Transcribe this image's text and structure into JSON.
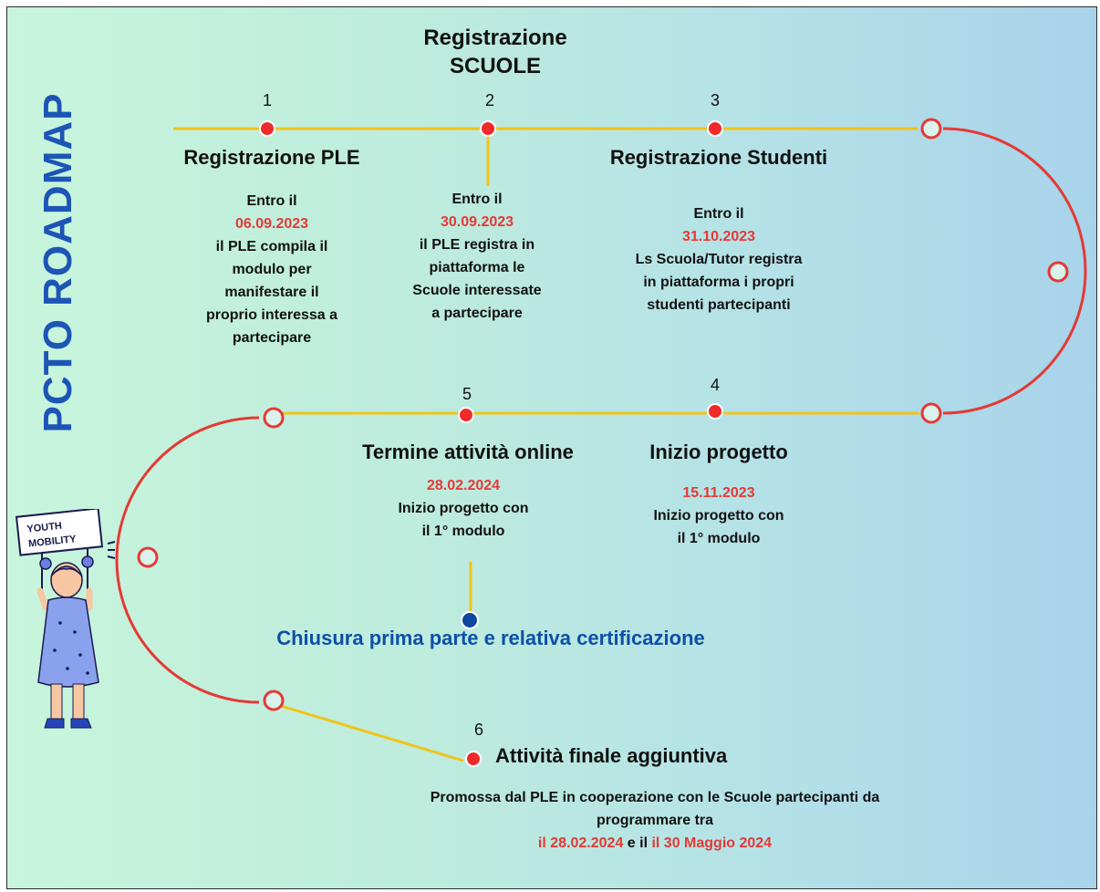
{
  "title": "PCTO ROADMAP",
  "sign_text": [
    "YOUTH",
    "MOBILITY"
  ],
  "colors": {
    "line": "#f0c419",
    "curve": "#e53935",
    "dot": "#f02a2a",
    "final_dot": "#0d47a1",
    "date": "#e53935",
    "title": "#1c55b5",
    "blue_text": "#0d4fa8"
  },
  "header_top": {
    "line1": "Registrazione",
    "line2": "SCUOLE"
  },
  "steps": [
    {
      "number": "1",
      "title": "Registrazione PLE",
      "lines": [
        "Entro il",
        "06.09.2023",
        "il PLE compila il",
        "modulo per",
        "manifestare il",
        "proprio interessa a",
        "partecipare"
      ]
    },
    {
      "number": "2",
      "lines": [
        "Entro il",
        "30.09.2023",
        "il PLE registra in",
        "piattaforma le",
        "Scuole interessate",
        "a partecipare"
      ]
    },
    {
      "number": "3",
      "title": "Registrazione Studenti",
      "lines": [
        "Entro il",
        "31.10.2023",
        "Ls Scuola/Tutor registra",
        "in piattaforma i propri",
        "studenti partecipanti"
      ]
    },
    {
      "number": "4",
      "title": "Inizio progetto",
      "lines": [
        "15.11.2023",
        "Inizio progetto con",
        "il 1° modulo"
      ]
    },
    {
      "number": "5",
      "title": "Termine attività online",
      "lines": [
        "28.02.2024",
        "Inizio progetto con",
        "il 1° modulo"
      ]
    },
    {
      "number": "6",
      "title": "Attività finale aggiuntiva",
      "lines": [
        "Promossa dal PLE in cooperazione con le Scuole partecipanti da",
        "programmare tra"
      ],
      "date_line": {
        "start": "il 28.02.2024",
        "mid": " e il ",
        "end": "il 30 Maggio 2024"
      }
    }
  ],
  "closure": "Chiusura prima parte e relativa certificazione"
}
